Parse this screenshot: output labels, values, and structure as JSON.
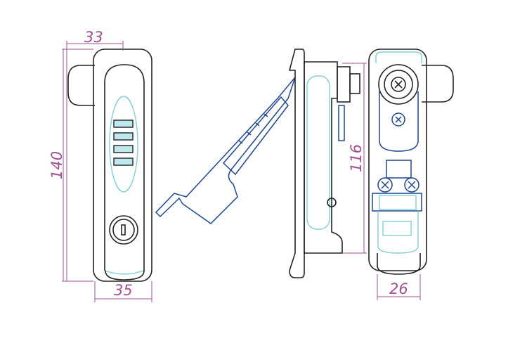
{
  "title": "Combination lock swing handle drawing",
  "views": [
    "front-view",
    "side-view",
    "rear-view"
  ],
  "dimensions": {
    "top_width": "33",
    "height": "140",
    "bottom_width": "35",
    "side_height": "116",
    "rear_width": "26"
  },
  "colors": {
    "outline": "#222222",
    "accent": "#7fcfd6",
    "handle": "#1f4690",
    "dimension": "#a0508f"
  }
}
